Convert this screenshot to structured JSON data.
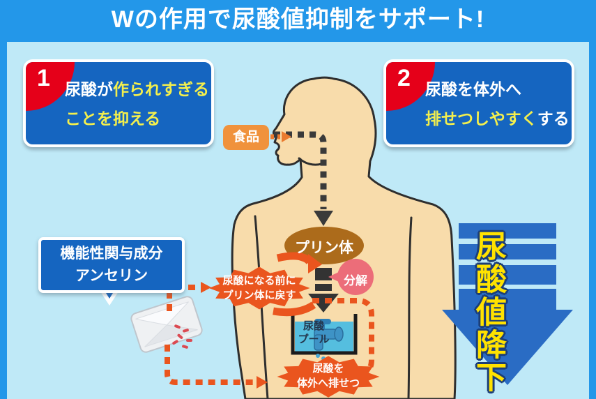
{
  "header": {
    "title": "Wの作用で尿酸値抑制をサポート!"
  },
  "points": [
    {
      "number": "1",
      "part1": "尿酸が",
      "part2": "作られすぎる",
      "part3": "ことを抑える"
    },
    {
      "number": "2",
      "part1": "尿酸を体外へ",
      "part2": "排せつしやすく",
      "part3": "する"
    }
  ],
  "body_flow": {
    "food_label": "食品",
    "purine_label": "プリン体",
    "decompose_label": "分解",
    "pool_line1": "尿酸",
    "pool_line2": "プール"
  },
  "ingredient": {
    "line1": "機能性関与成分",
    "line2": "アンセリン"
  },
  "bursts": {
    "before_line1": "尿酸になる前に",
    "before_line2": "プリン体に戻す",
    "excrete_line1": "尿酸を",
    "excrete_line2": "体外へ排せつ"
  },
  "result_arrow": {
    "label": "尿酸値降下"
  },
  "colors": {
    "page_blue": "#2397e9",
    "panel_blue": "#bfe9f7",
    "box_blue": "#1565c0",
    "badge_red": "#e50019",
    "highlight_yellow": "#f3ef4d",
    "orange": "#ea551e",
    "food_orange": "#f0923c",
    "skin": "#f8dcab",
    "purine_brown": "#ac6b1b",
    "decompose_pink": "#ec6d79",
    "pool_water_blue": "#55bedf",
    "faucet_blue": "#3e93c6",
    "result_arrow_blue": "#2a6cc4",
    "result_text_yellow": "#ffe200"
  }
}
